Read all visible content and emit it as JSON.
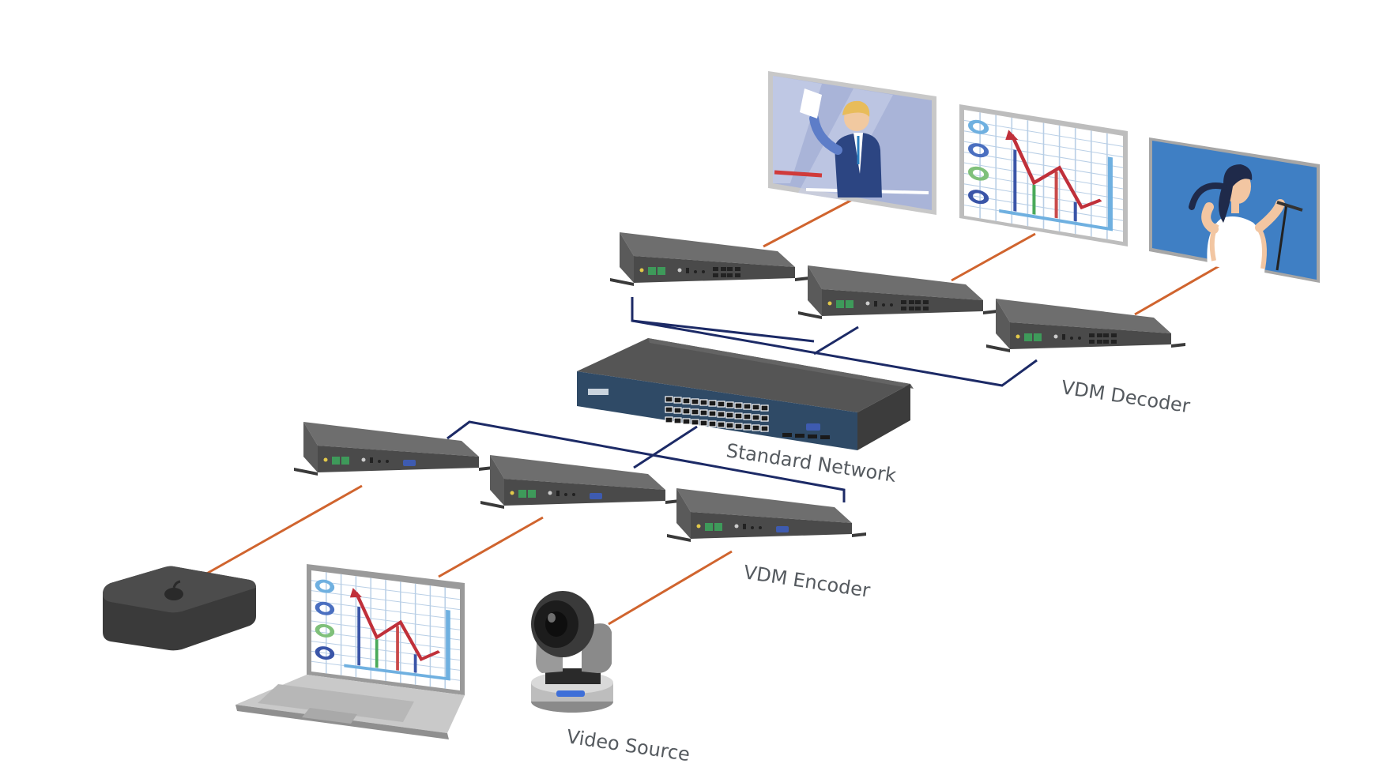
{
  "labels": {
    "decoder": "VDM Decoder",
    "network": "Standard Network",
    "encoder": "VDM Encoder",
    "source": "Video Source"
  },
  "colors": {
    "background": "#ffffff",
    "device_top": "#6e6e6e",
    "device_front": "#4e4e4e",
    "switch_front": "#2f4a66",
    "network_cable": "#1c2a66",
    "video_cable": "#d0642e",
    "terminal_green": "#3e9a5a",
    "screen_blue": "#3f7fc4",
    "label_text": "#555a5f"
  },
  "icons": {
    "media_player": "apple-logo-icon",
    "camera": "ptz-camera-icon",
    "laptop": "laptop-icon"
  }
}
